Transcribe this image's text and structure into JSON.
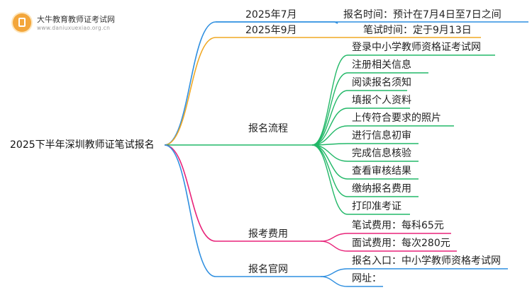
{
  "logo": {
    "name": "大牛教育教师证考试网",
    "url": "www.daniuxuexiao.org.cn"
  },
  "root": "2025下半年深圳教师证笔试报名",
  "colors": {
    "blue": "#2f8fe0",
    "orange": "#f0a824",
    "green": "#22b868",
    "pink": "#e8247a"
  },
  "branches": {
    "jul": {
      "label": "2025年7月",
      "leaf": "报名时间：预计在7月4日至7日之间"
    },
    "sep": {
      "label": "2025年9月",
      "leaf": "笔试时间：定于9月13日"
    },
    "process": {
      "label": "报名流程",
      "steps": [
        "登录中小学教师资格证考试网",
        "注册相关信息",
        "阅读报名须知",
        "填报个人资料",
        "上传符合要求的照片",
        "进行信息初审",
        "完成信息核验",
        "查看审核结果",
        "缴纳报名费用",
        "打印准考证"
      ]
    },
    "fee": {
      "label": "报考费用",
      "items": [
        "笔试费用：每科65元",
        "面试费用：每次280元"
      ]
    },
    "site": {
      "label": "报名官网",
      "items": [
        "报名入口：中小学教师资格考试网",
        "网址："
      ]
    }
  }
}
